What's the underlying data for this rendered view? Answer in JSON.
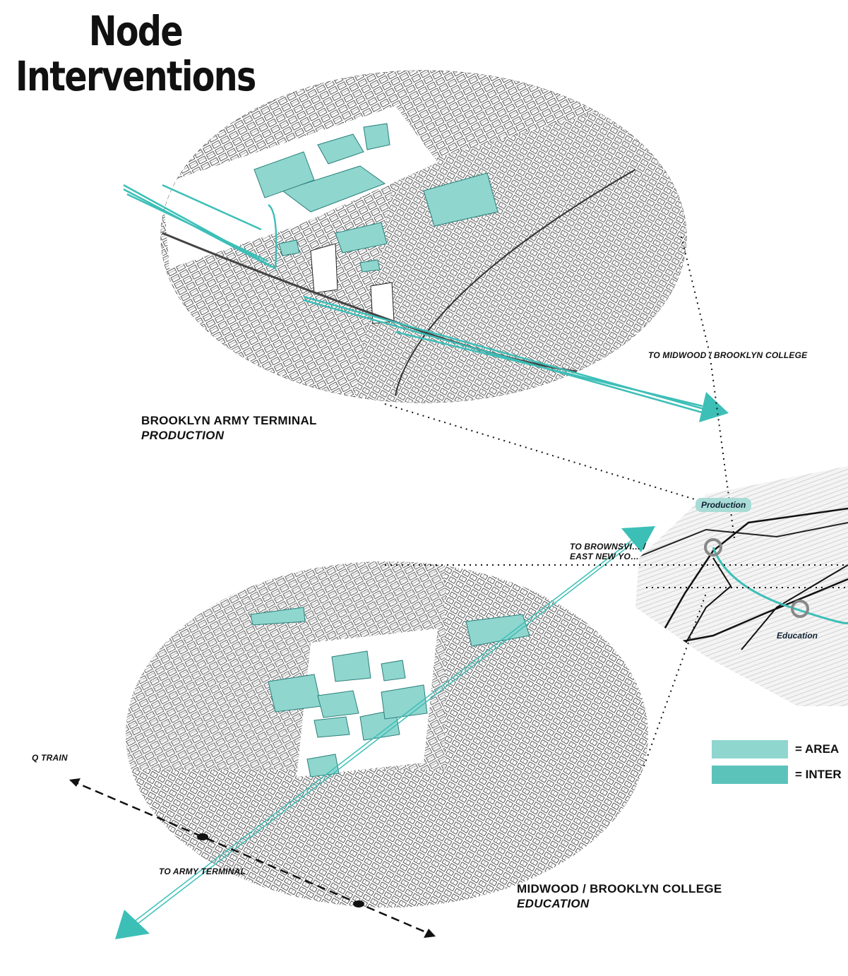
{
  "title": {
    "line1": "Node",
    "line2": "Interventions"
  },
  "nodes": {
    "production": {
      "name": "BROOKLYN ARMY TERMINAL",
      "program": "PRODUCTION",
      "route_label": "TO MIDWOOD / BROOKLYN COLLEGE"
    },
    "education": {
      "name": "MIDWOOD / BROOKLYN COLLEGE",
      "program": "EDUCATION",
      "route_label_1": "TO BROWNSVI… /",
      "route_label_2": "EAST NEW YO…",
      "route_label_3": "TO ARMY TERMINAL",
      "transit_label": "Q TRAIN"
    }
  },
  "map": {
    "tag_production": "Production",
    "tag_education": "Education"
  },
  "legend": {
    "item1": "= AREA",
    "item2": "= INTER"
  },
  "colors": {
    "accent": "#3cbfb7",
    "highlight": "#8fd6cf",
    "legend1": "#8fd6cf",
    "legend2": "#5cc3bb"
  }
}
